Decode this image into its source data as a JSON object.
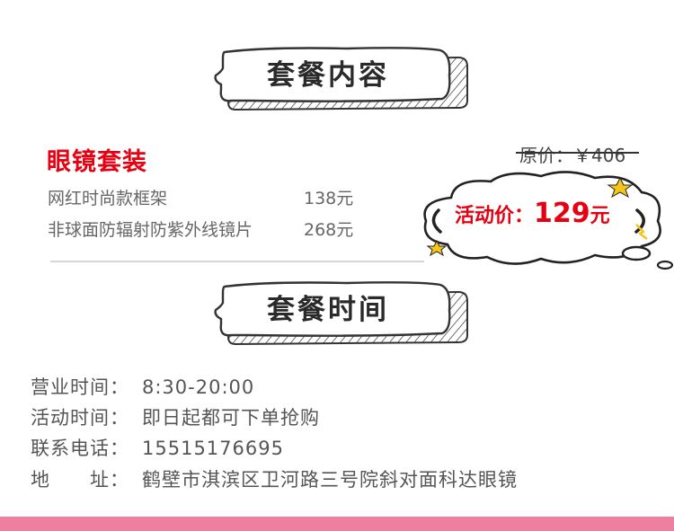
{
  "sections": {
    "content_title": "套餐内容",
    "time_title": "套餐时间"
  },
  "package": {
    "title": "眼镜套装",
    "items": [
      {
        "name": "网红时尚款框架",
        "price": "138元"
      },
      {
        "name": "非球面防辐射防紫外线镜片",
        "price": "268元"
      }
    ],
    "original_price": "原价：￥406",
    "activity_price_label": "活动价：",
    "activity_price_amount": "129",
    "activity_price_unit": "元"
  },
  "info": [
    {
      "label": "营业时间：",
      "value": "8:30-20:00"
    },
    {
      "label": "活动时间：",
      "value": "即日起都可下单抢购"
    },
    {
      "label": "联系电话：",
      "value": "15515176695"
    },
    {
      "label": "地　　址：",
      "value": "鹤壁市淇滨区卫河路三号院斜对面科达眼镜"
    }
  ],
  "colors": {
    "accent_red": "#e60012",
    "bottom_bar": "#ee7f9e",
    "star_yellow": "#f5c518"
  }
}
